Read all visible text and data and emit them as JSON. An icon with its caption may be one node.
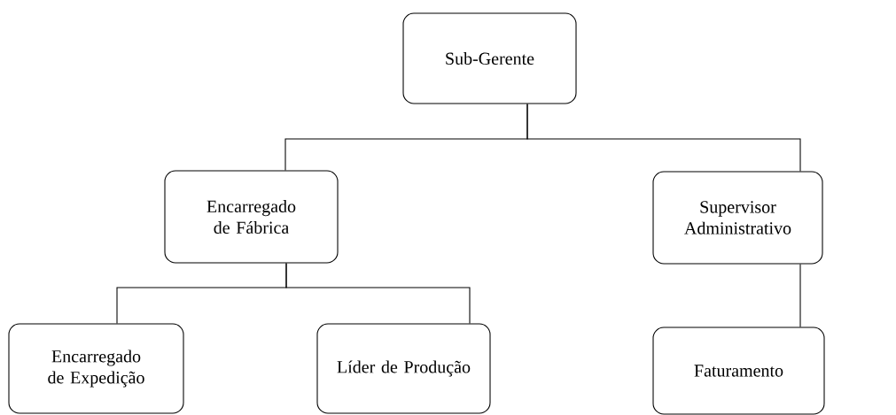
{
  "diagram": {
    "nodes": [
      {
        "text": [
          "Sub-Gerente"
        ]
      },
      {
        "text": [
          "Encarregado de Fábrica"
        ]
      },
      {
        "text": [
          "Supervisor Administrativo"
        ]
      },
      {
        "text": [
          "Encarregado de Expedição"
        ]
      },
      {
        "text": [
          "Líder de Produção"
        ]
      },
      {
        "text": [
          "Faturamento"
        ]
      }
    ],
    "edges": [
      {
        "from": 0,
        "to": 1,
        "arrow": "none"
      },
      {
        "from": 0,
        "to": 2,
        "arrow": "none"
      },
      {
        "from": 1,
        "to": 3,
        "arrow": "none"
      },
      {
        "from": 1,
        "to": 4,
        "arrow": "none"
      },
      {
        "from": 2,
        "to": 5,
        "arrow": "none"
      }
    ]
  }
}
